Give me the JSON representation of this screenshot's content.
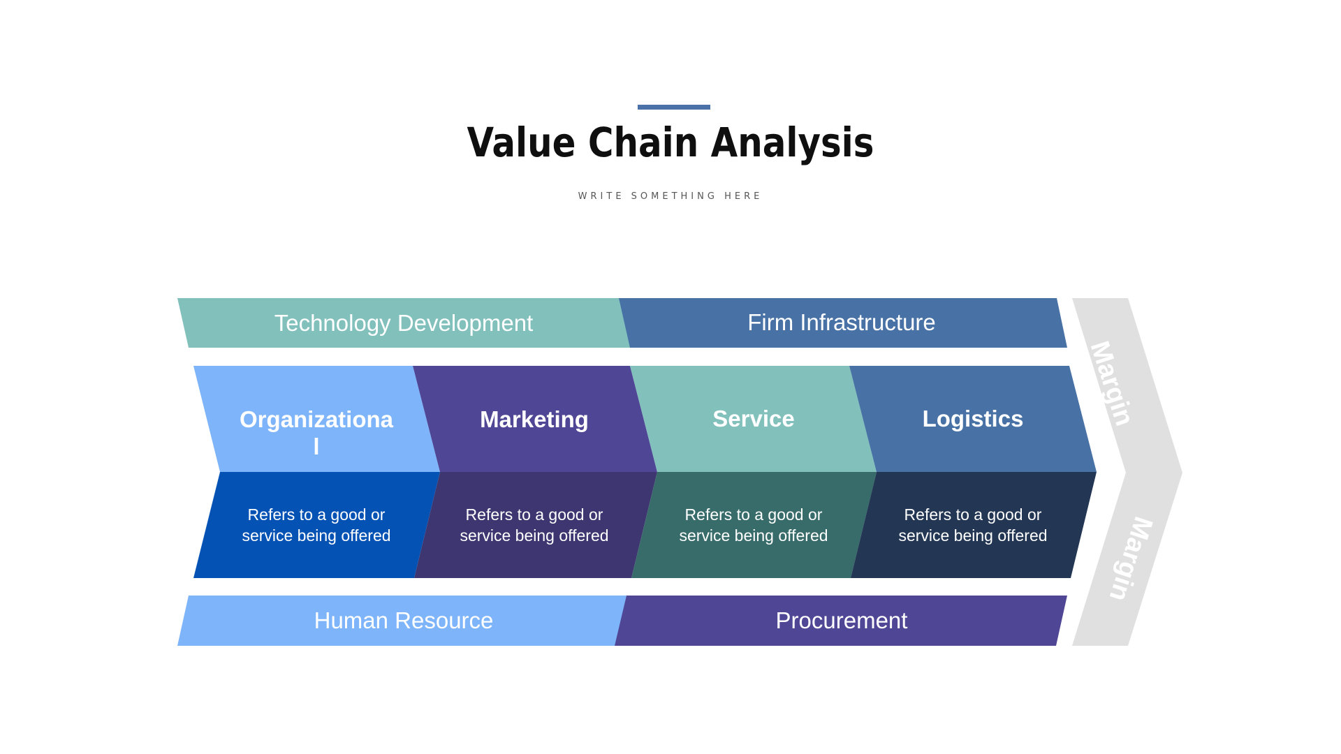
{
  "header": {
    "title": "Value Chain Analysis",
    "subtitle": "WRITE SOMETHING HERE"
  },
  "bands": {
    "top": [
      {
        "label": "Technology Development",
        "color": "#82c0bc"
      },
      {
        "label": "Firm Infrastructure",
        "color": "#4872a6"
      }
    ],
    "bottom": [
      {
        "label": "Human Resource",
        "color": "#7eb4fa"
      },
      {
        "label": "Procurement",
        "color": "#4f4795"
      }
    ]
  },
  "activities": [
    {
      "title_line1": "Organizationa",
      "title_line2": "l",
      "desc_line1": "Refers to a good or",
      "desc_line2": "service being offered",
      "head_color": "#7eb4fa",
      "body_color": "#0552b5"
    },
    {
      "title_line1": "Marketing",
      "title_line2": "",
      "desc_line1": "Refers to a good or",
      "desc_line2": "service being offered",
      "head_color": "#4f4795",
      "body_color": "#3e3670"
    },
    {
      "title_line1": "Service",
      "title_line2": "",
      "desc_line1": "Refers to a good or",
      "desc_line2": "service being offered",
      "head_color": "#82c0bc",
      "body_color": "#386c6a"
    },
    {
      "title_line1": "Logistics",
      "title_line2": "",
      "desc_line1": "Refers to a good or",
      "desc_line2": "service being offered",
      "head_color": "#4872a6",
      "body_color": "#233754"
    }
  ],
  "margin": {
    "upper_label": "Margin",
    "lower_label": "Margin",
    "color": "#e0e0e0"
  }
}
